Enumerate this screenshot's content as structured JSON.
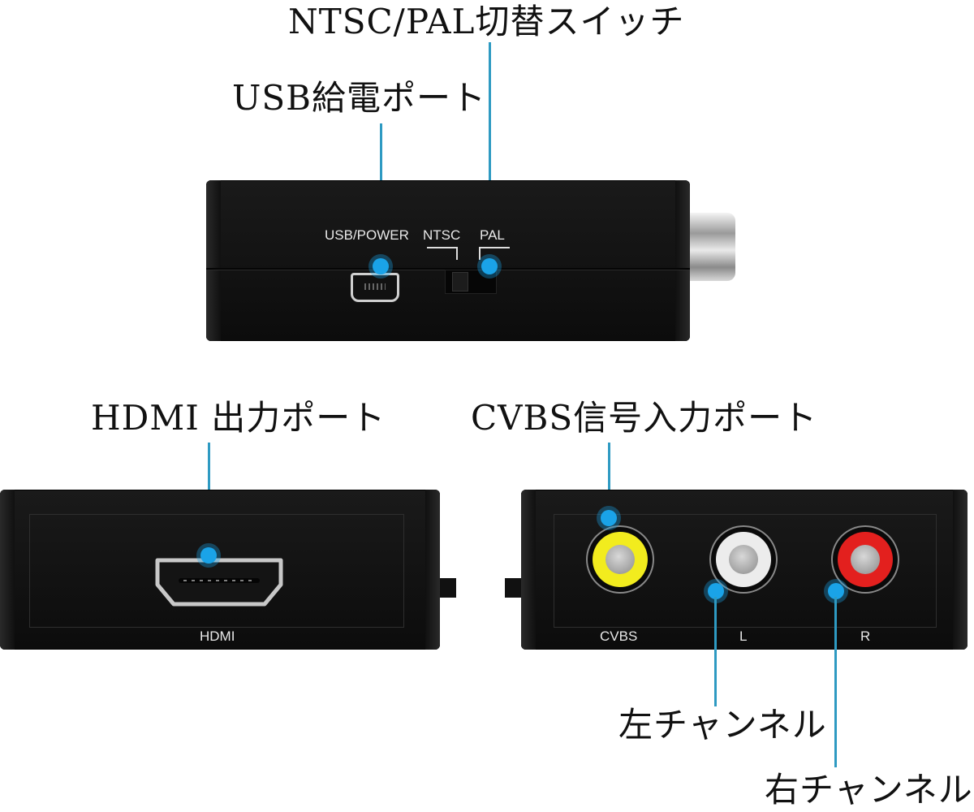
{
  "callouts": {
    "ntsc_pal_switch": "NTSC/PAL切替スイッチ",
    "usb_power_port": "USB給電ポート",
    "hdmi_output_port": "HDMI 出力ポート",
    "cvbs_input_port": "CVBS信号入力ポート",
    "left_channel": "左チャンネル",
    "right_channel": "右チャンネル"
  },
  "device_labels": {
    "usb_power": "USB/POWER",
    "ntsc": "NTSC",
    "pal": "PAL",
    "hdmi": "HDMI",
    "cvbs": "CVBS",
    "left": "L",
    "right": "R"
  },
  "colors": {
    "leader_line": "#2e9ac2",
    "marker_dot": "#1aa3e8",
    "rca_yellow": "#f2ec1e",
    "rca_white": "#ececec",
    "rca_red": "#e3201e"
  }
}
